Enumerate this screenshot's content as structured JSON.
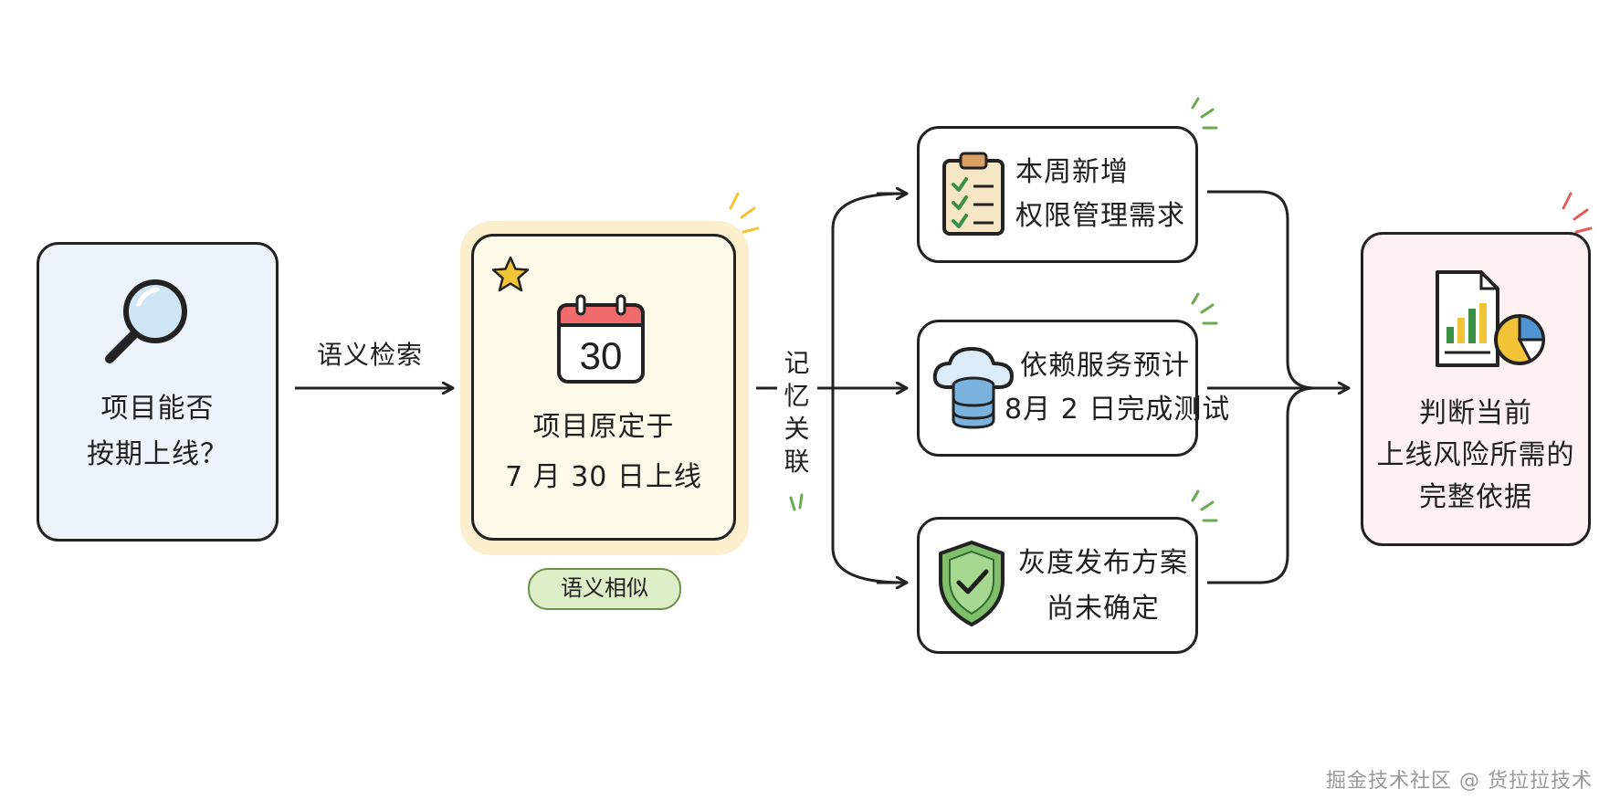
{
  "query": {
    "line1": "项目能否",
    "line2": "按期上线？"
  },
  "edge_semantic_search": "语义检索",
  "memory": {
    "line1": "项目原定于",
    "line2": "7 月 30 日上线",
    "calendar_day": "30",
    "badge": "语义相似"
  },
  "edge_memory_link": [
    "记",
    "忆",
    "关",
    "联"
  ],
  "facts": [
    {
      "line1": "本周新增",
      "line2": "权限管理需求",
      "icon": "clipboard-checklist-icon"
    },
    {
      "line1": "依赖服务预计",
      "line2": "8月 2 日完成测试",
      "icon": "cloud-database-icon"
    },
    {
      "line1": "灰度发布方案",
      "line2": "尚未确定",
      "icon": "shield-check-icon"
    }
  ],
  "result": {
    "line1": "判断当前",
    "line2": "上线风险所需的",
    "line3": "完整依据"
  },
  "watermark": "掘金技术社区 @ 货拉拉技术",
  "colors": {
    "query_bg": "#edf3fa",
    "memory_bg": "#fff9ea",
    "memory_glow": "#fbe9bd",
    "result_bg": "#fdf1f1",
    "badge_bg": "#ddeec9",
    "accent_blue": "#8ec5ea",
    "accent_yellow": "#f2c437",
    "accent_green": "#6aab4f",
    "accent_red": "#e45d5d"
  }
}
